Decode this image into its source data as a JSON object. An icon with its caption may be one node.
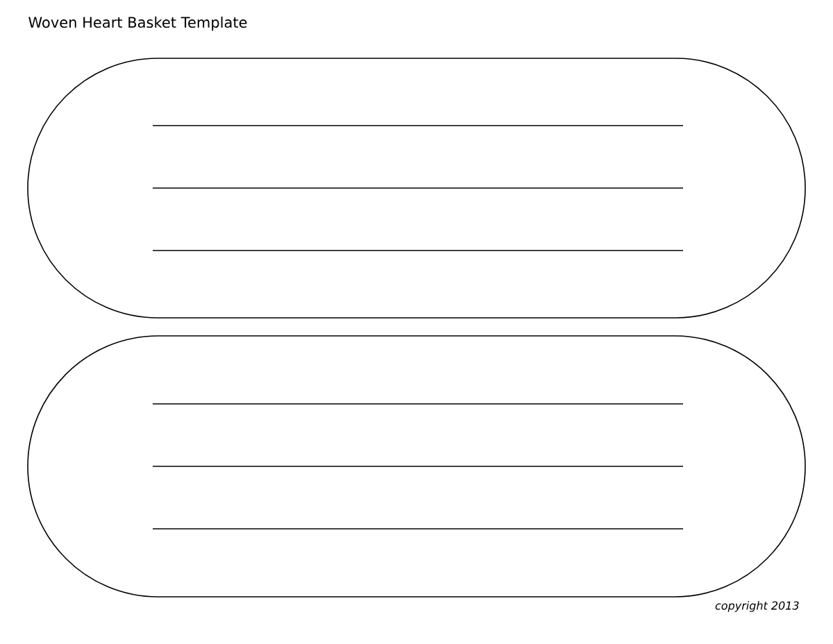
{
  "diagram": {
    "title": "Woven Heart Basket Template",
    "nodes": [
      {
        "text": [],
        "shape": "stadium"
      },
      {
        "text": [],
        "shape": "stadium"
      }
    ],
    "labels": [
      "copyright 2013"
    ]
  }
}
